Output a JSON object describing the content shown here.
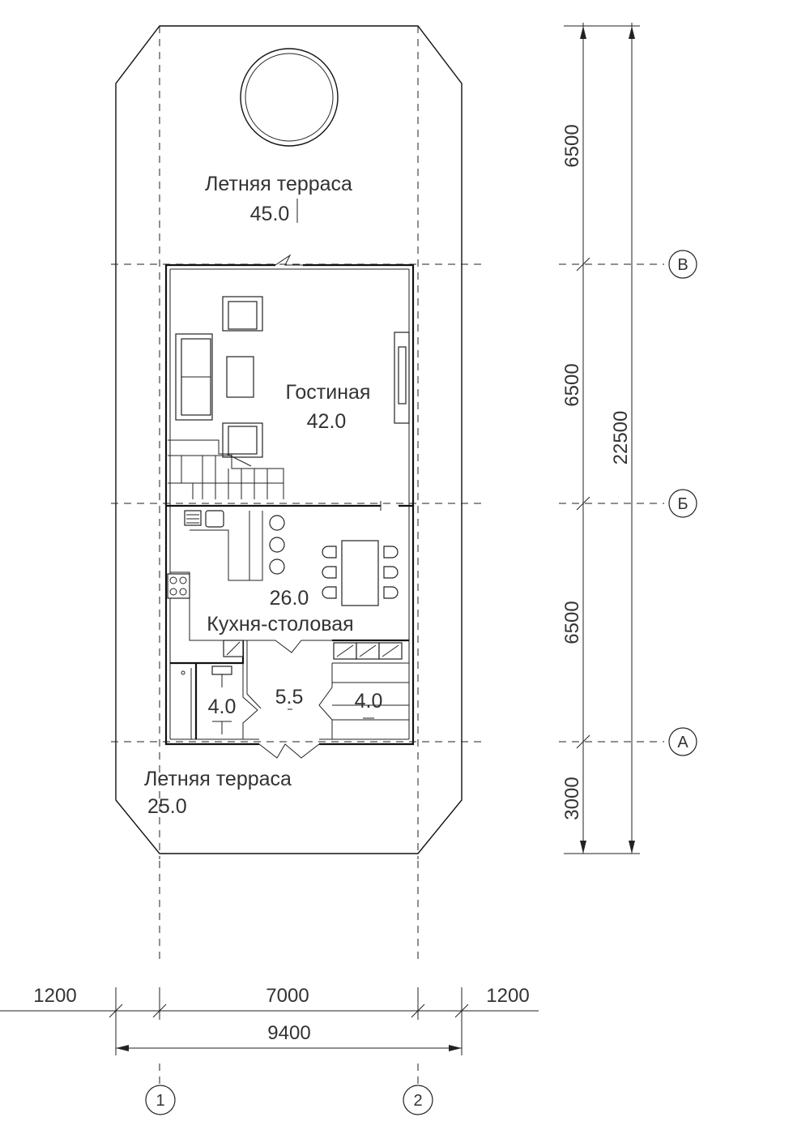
{
  "rooms": {
    "terrace_top": {
      "name": "Летняя  терраса",
      "area": "45.0"
    },
    "living": {
      "name": "Гостиная",
      "area": "42.0"
    },
    "kitchen": {
      "name": "Кухня-столовая",
      "area": "26.0"
    },
    "room_left": {
      "area": "4.0"
    },
    "room_center": {
      "area": "5.5"
    },
    "room_right": {
      "area": "4.0"
    },
    "terrace_bottom": {
      "name": "Летняя  терраса",
      "area": "25.0"
    }
  },
  "dimensions": {
    "vertical": [
      "6500",
      "6500",
      "6500",
      "3000"
    ],
    "vertical_total": "22500",
    "horizontal": [
      "1200",
      "7000",
      "1200"
    ],
    "horizontal_total": "9400"
  },
  "axes": {
    "rows": [
      "В",
      "Б",
      "А"
    ],
    "columns": [
      "1",
      "2"
    ]
  }
}
